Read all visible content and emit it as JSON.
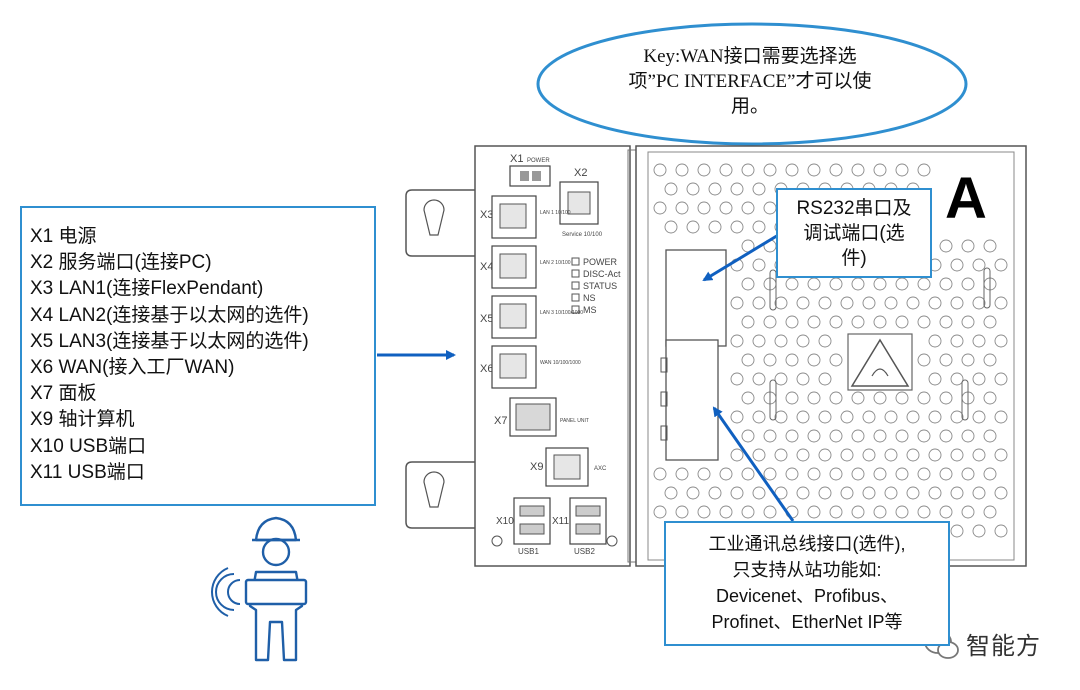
{
  "key_note": {
    "lines": [
      "Key:WAN接口需要选择选",
      "项”PC INTERFACE”才可以使",
      "用。"
    ]
  },
  "port_legend": [
    "X1  电源",
    "X2  服务端口(连接PC)",
    "X3  LAN1(连接FlexPendant)",
    "X4  LAN2(连接基于以太网的选件)",
    "X5  LAN3(连接基于以太网的选件)",
    "X6  WAN(接入工厂WAN)",
    "X7  面板",
    "X9  轴计算机",
    "X10 USB端口",
    "X11 USB端口"
  ],
  "rs232_note": {
    "lines": [
      "RS232串口及",
      "调试端口(选",
      "件)"
    ]
  },
  "bus_note": {
    "lines": [
      "工业通讯总线接口(选件),",
      "只支持从站功能如:",
      "Devicenet、Profibus、",
      "Profinet、EtherNet IP等"
    ]
  },
  "section_letter": "A",
  "device_labels": {
    "x1": "X1",
    "x2": "X2",
    "x3": "X3",
    "x4": "X4",
    "x5": "X5",
    "x6": "X6",
    "x7": "X7",
    "x9": "X9",
    "x10": "X10",
    "x11": "X11",
    "power": "POWER",
    "service": "Service 10/100",
    "lan1": "LAN 1 10/100",
    "lan2": "LAN 2 10/100",
    "lan3": "LAN 3 10/100/1000",
    "wan": "WAN 10/100/1000",
    "panel": "PANEL UNIT",
    "axc": "AXC",
    "usb1": "USB1",
    "usb2": "USB2",
    "leds": [
      "POWER",
      "DISC-Act",
      "STATUS",
      "NS",
      "MS"
    ]
  },
  "watermark": {
    "text": "智能方"
  },
  "colors": {
    "accent": "#2f8fd0",
    "arrow": "#1060c0",
    "line": "#555555"
  }
}
